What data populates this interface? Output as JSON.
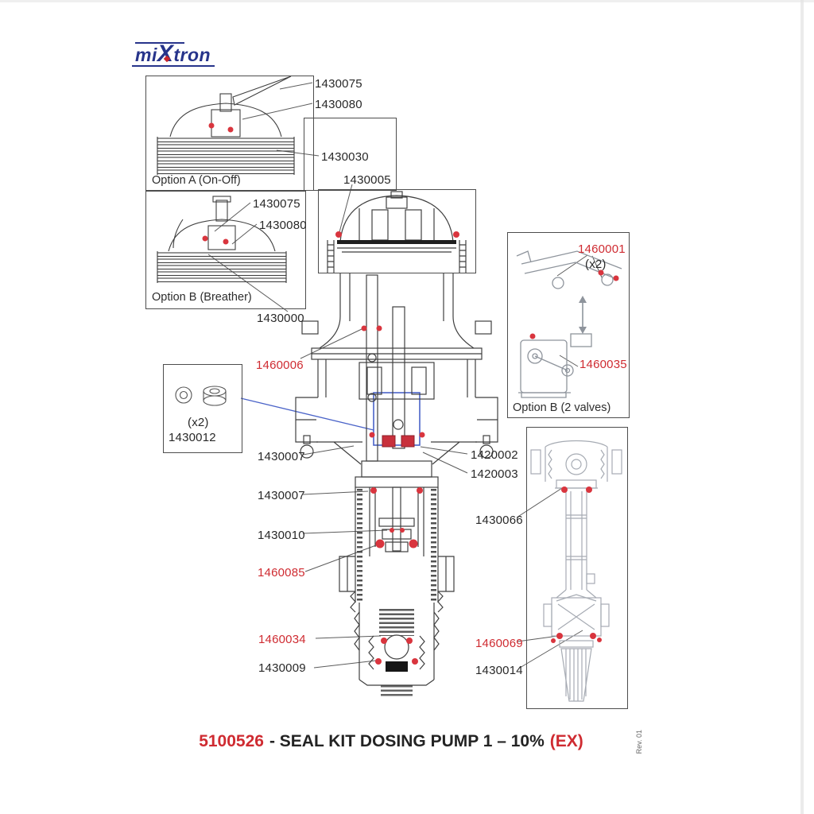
{
  "logo": {
    "text_pre": "mi",
    "text_x": "X",
    "text_post": "tron"
  },
  "option_a": {
    "caption": "Option A (On-Off)",
    "labels": {
      "l1": "1430075",
      "l2": "1430080",
      "l3": "1430030"
    }
  },
  "option_b_breather": {
    "caption": "Option B (Breather)",
    "labels": {
      "l1": "1430075",
      "l2": "1430080",
      "l3": "1430000"
    }
  },
  "main_view": {
    "labels": {
      "top_cover": "1430005",
      "upper_seal": "1460006",
      "flange": "1430007",
      "seal_left": "1420002",
      "seal_right": "1420003",
      "cylinder": "1430007",
      "sleeve": "1430010",
      "mid_seal": "1460085",
      "lower_seal": "1460034",
      "plug": "1430009"
    }
  },
  "grommet_detail": {
    "qty": "(x2)",
    "part": "1430012"
  },
  "option_b_valves": {
    "caption": "Option B (2 valves)",
    "labels": {
      "bracket": "1460001",
      "qty": "(x2)",
      "valve": "1460035"
    }
  },
  "suction_tube": {
    "labels": {
      "top_fitting": "1430066",
      "seal": "1460069",
      "foot_valve": "1430014"
    }
  },
  "footer": {
    "part_number": "5100526",
    "title": "- SEAL KIT DOSING PUMP 1 – 10%",
    "suffix": "(EX)",
    "revision": "Rev. 01"
  },
  "colors": {
    "accent_red": "#cf2b31",
    "logo_blue": "#27348b",
    "highlight_blue": "#4a63c8"
  }
}
